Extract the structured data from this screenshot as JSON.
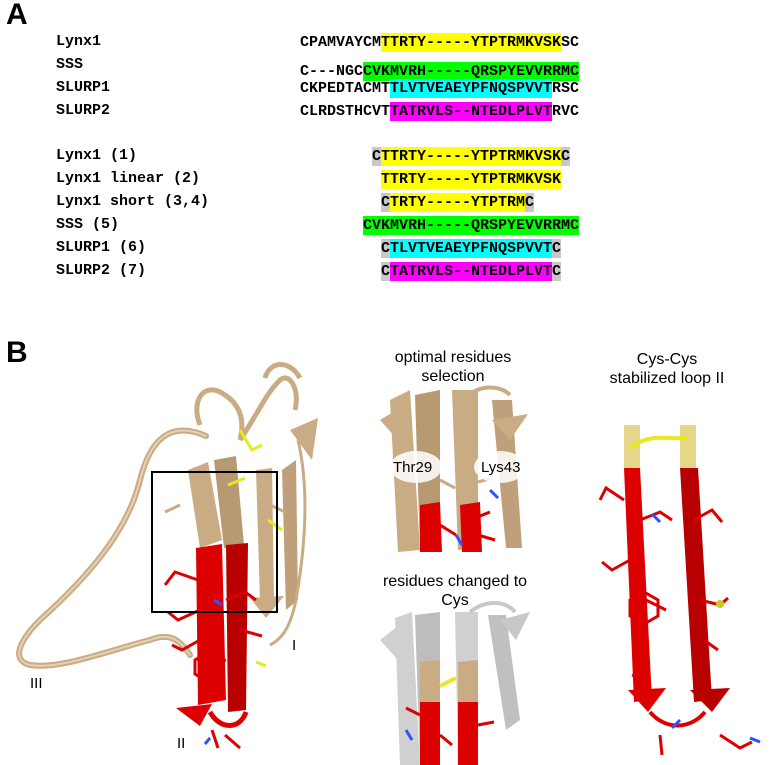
{
  "panel_a": {
    "letter": "A",
    "group1": [
      {
        "name": "Lynx1",
        "pre": "CPAMVAYCM",
        "hl": "TTRTY-----YTPTRMKVSK",
        "post": "SC",
        "color": "#ffff00"
      },
      {
        "name": "SSS",
        "pre": "C---NGC",
        "hl": "CVKMVRH-----QRSPYEVVRRMC",
        "post": "",
        "color": "#00ff00"
      },
      {
        "name": "SLURP1",
        "pre": "CKPEDTACMT",
        "hl": "TLVTVEAEYPFNQSPVVT",
        "post": "RSC",
        "color": "#00ffff"
      },
      {
        "name": "SLURP2",
        "pre": "CLRDSTHCVT",
        "hl": "TATRVLS--NTEDLPLVT",
        "post": "RVC",
        "color": "#ff00ff"
      }
    ],
    "group2": [
      {
        "name": "Lynx1 (1)",
        "lc": "C",
        "hl": "TTRTY-----YTPTRMKVSK",
        "rc": "C",
        "color": "#ffff00"
      },
      {
        "name": "Lynx1 linear (2)",
        "lc": "",
        "hl": "TTRTY-----YTPTRMKVSK",
        "rc": "",
        "color": "#ffff00"
      },
      {
        "name": "Lynx1 short (3,4)",
        "lc": "C",
        "hl": "TRTY-----YTPTRM",
        "rc": "C",
        "color": "#ffff00"
      },
      {
        "name": "SSS (5)",
        "lc": "",
        "hl": "CVKMVRH-----QRSPYEVVRRMC",
        "rc": "",
        "color": "#00ff00"
      },
      {
        "name": "SLURP1 (6)",
        "lc": "C",
        "hl": "TLVTVEAEYPFNQSPVVT",
        "rc": "C",
        "color": "#00ffff"
      },
      {
        "name": "SLURP2 (7)",
        "lc": "C",
        "hl": "TATRVLS--NTEDLPLVT",
        "rc": "C",
        "color": "#ff00ff"
      }
    ]
  },
  "panel_b": {
    "letter": "B",
    "caption_optimal": "optimal residues\nselection",
    "caption_changed": "residues changed to\nCys",
    "caption_cyscys": "Cys-Cys\nstabilized loop II",
    "label_thr": "Thr29",
    "label_lys": "Lys43",
    "loop_I": "I",
    "loop_II": "II",
    "loop_III": "III"
  },
  "colors": {
    "tan": "#c9ab84",
    "red": "#dd0000",
    "gray": "#c8c8c8",
    "cys_yellow": "#e8e820",
    "cys_pad": "#c8c8c8"
  }
}
